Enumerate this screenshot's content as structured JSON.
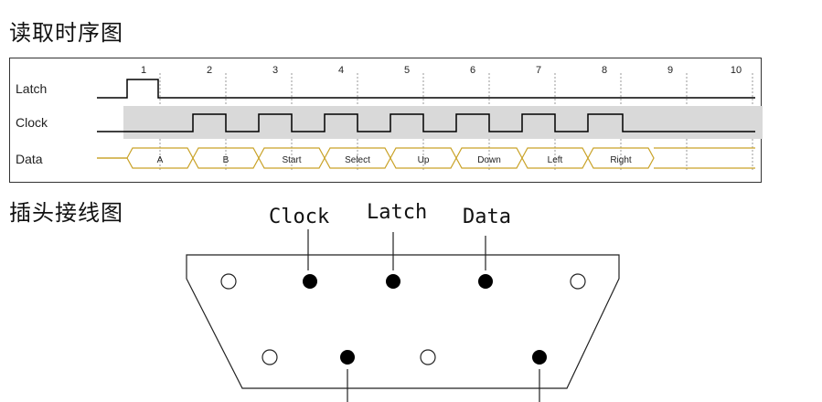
{
  "timing_section": {
    "title": "读取时序图",
    "signals": [
      "Latch",
      "Clock",
      "Data"
    ],
    "cycle_numbers": [
      "1",
      "2",
      "3",
      "4",
      "5",
      "6",
      "7",
      "8",
      "9",
      "10"
    ],
    "data_values": [
      "A",
      "B",
      "Start",
      "Select",
      "Up",
      "Down",
      "Left",
      "Right"
    ]
  },
  "connector_section": {
    "title": "插头接线图",
    "pin_labels": [
      "Clock",
      "Latch",
      "Data"
    ]
  },
  "colors": {
    "clock_band": "#d9d9d9",
    "data_bus": "#c9a227",
    "pin_filled": "#000000"
  }
}
